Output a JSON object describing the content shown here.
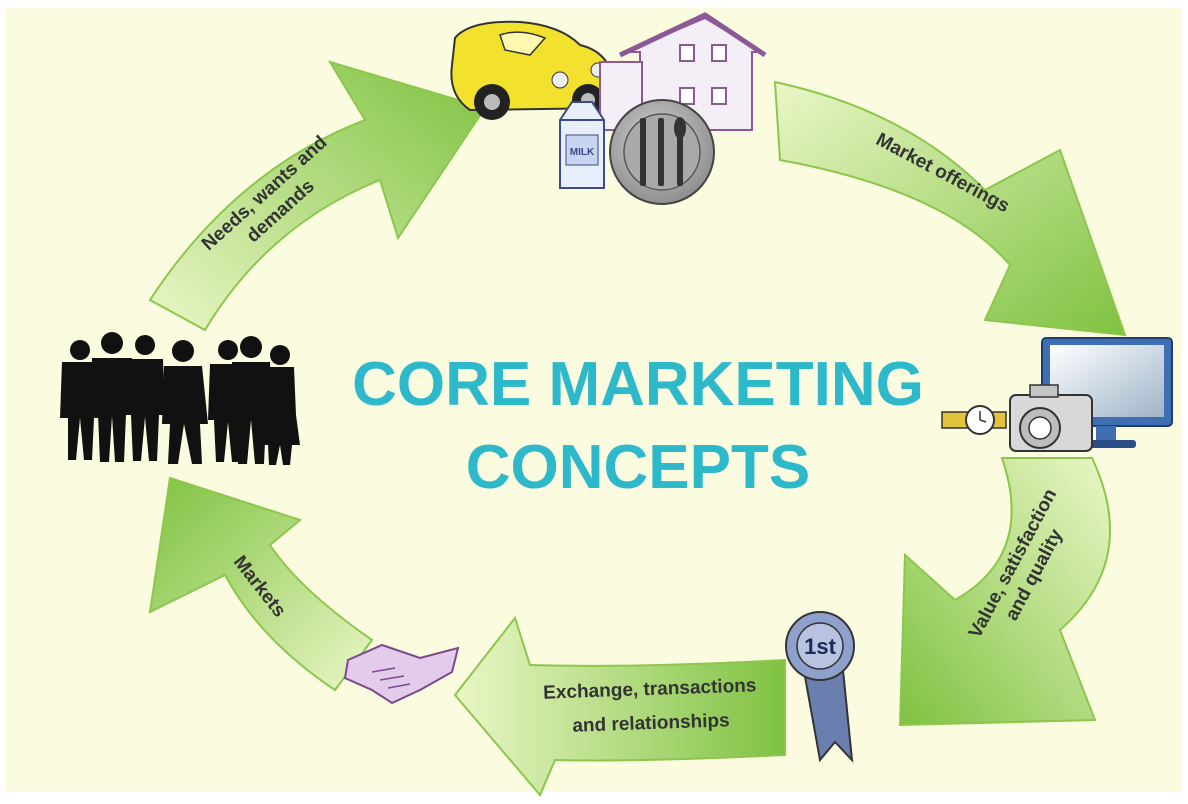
{
  "title": {
    "line1": "CORE MARKETING",
    "line2": "CONCEPTS"
  },
  "steps": [
    {
      "line1": "Needs, wants and",
      "line2": "demands"
    },
    {
      "line1": "Market offerings",
      "line2": ""
    },
    {
      "line1": "Value, satisfaction",
      "line2": "and quality"
    },
    {
      "line1": "Exchange, transactions",
      "line2": "and relationships"
    },
    {
      "line1": "Markets",
      "line2": ""
    }
  ],
  "badge_text": "1st",
  "milk_text": "MILK",
  "colors": {
    "background": "#fbfbe0",
    "title": "#2db9c9",
    "arrow_light": "#e9f5c2",
    "arrow_dark": "#7fc241",
    "arrow_stroke": "#8cc64c"
  },
  "icons": [
    "people-silhouettes-icon",
    "car-icon",
    "house-icon",
    "milk-carton-icon",
    "plate-cutlery-icon",
    "monitor-icon",
    "camera-icon",
    "watch-icon",
    "first-place-ribbon-icon",
    "handshake-icon"
  ]
}
